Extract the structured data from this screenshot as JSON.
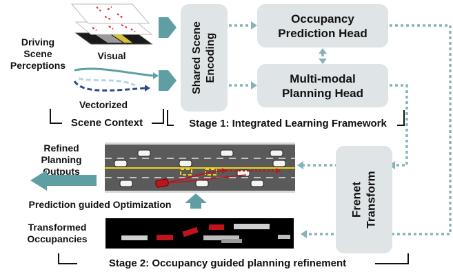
{
  "inputs": {
    "driving_scene_perceptions": [
      "Driving",
      "Scene",
      "Perceptions"
    ],
    "visual_label": "Visual",
    "vectorized_label": "Vectorized",
    "scene_context_label": "Scene Context"
  },
  "stage1": {
    "shared_scene_encoding": [
      "Shared Scene",
      "Encoding"
    ],
    "occupancy_head": [
      "Occupancy",
      "Prediction Head"
    ],
    "planning_head": [
      "Multi-modal",
      "Planning Head"
    ],
    "stage_label": "Stage 1: Integrated Learning Framework"
  },
  "stage2": {
    "refined_outputs": [
      "Refined",
      "Planning Outputs"
    ],
    "prediction_guided": "Prediction guided Optimization",
    "transformed_occupancies": [
      "Transformed",
      "Occupancies"
    ],
    "frenet_transform": [
      "Frenet",
      "Transform"
    ],
    "stage_label": "Stage 2: Occupancy guided planning refinement"
  },
  "colors": {
    "box_fill": "#dfe4e6",
    "arrow_teal": "#5f9fa3",
    "arrow_dotted": "#87b3b6",
    "road": "#5a5a5a",
    "ego_red": "#c0141c",
    "lane_yellow": "#f2d21a"
  }
}
